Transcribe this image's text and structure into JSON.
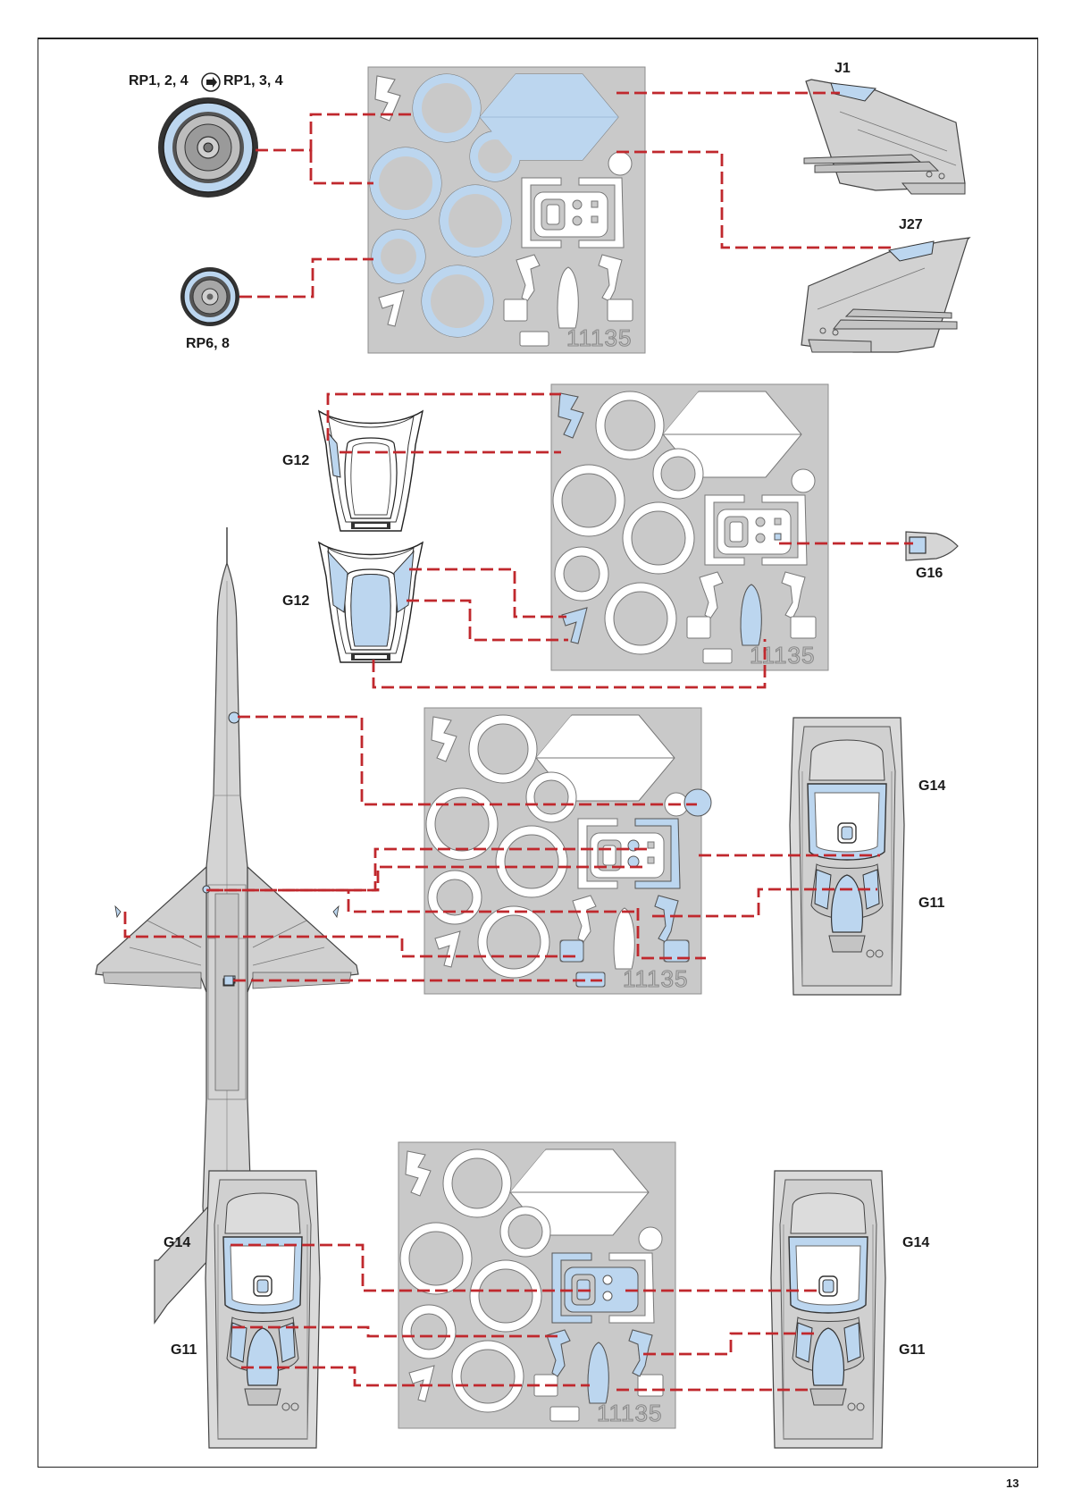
{
  "page_number": "13",
  "mask_sheet_number": "11135",
  "colors": {
    "mask_sheet": "#c9c9c9",
    "mask_blue": "#bcd6ef",
    "leader_line": "#c0282d",
    "airframe": "#d4d4d4",
    "outline": "#333333"
  },
  "labels": {
    "wheel_top_left": "RP1, 2, 4",
    "wheel_top_right": "RP1, 3, 4",
    "wheel_small": "RP6, 8",
    "fin_top": "J1",
    "fin_bottom": "J27",
    "canopy_upper": "G12",
    "canopy_lower": "G12",
    "nose_part": "G16",
    "cockpit_g14": "G14",
    "cockpit_g11": "G11",
    "bottom_left_g14": "G14",
    "bottom_left_g11": "G11",
    "bottom_right_g14": "G14",
    "bottom_right_g11": "G11"
  }
}
